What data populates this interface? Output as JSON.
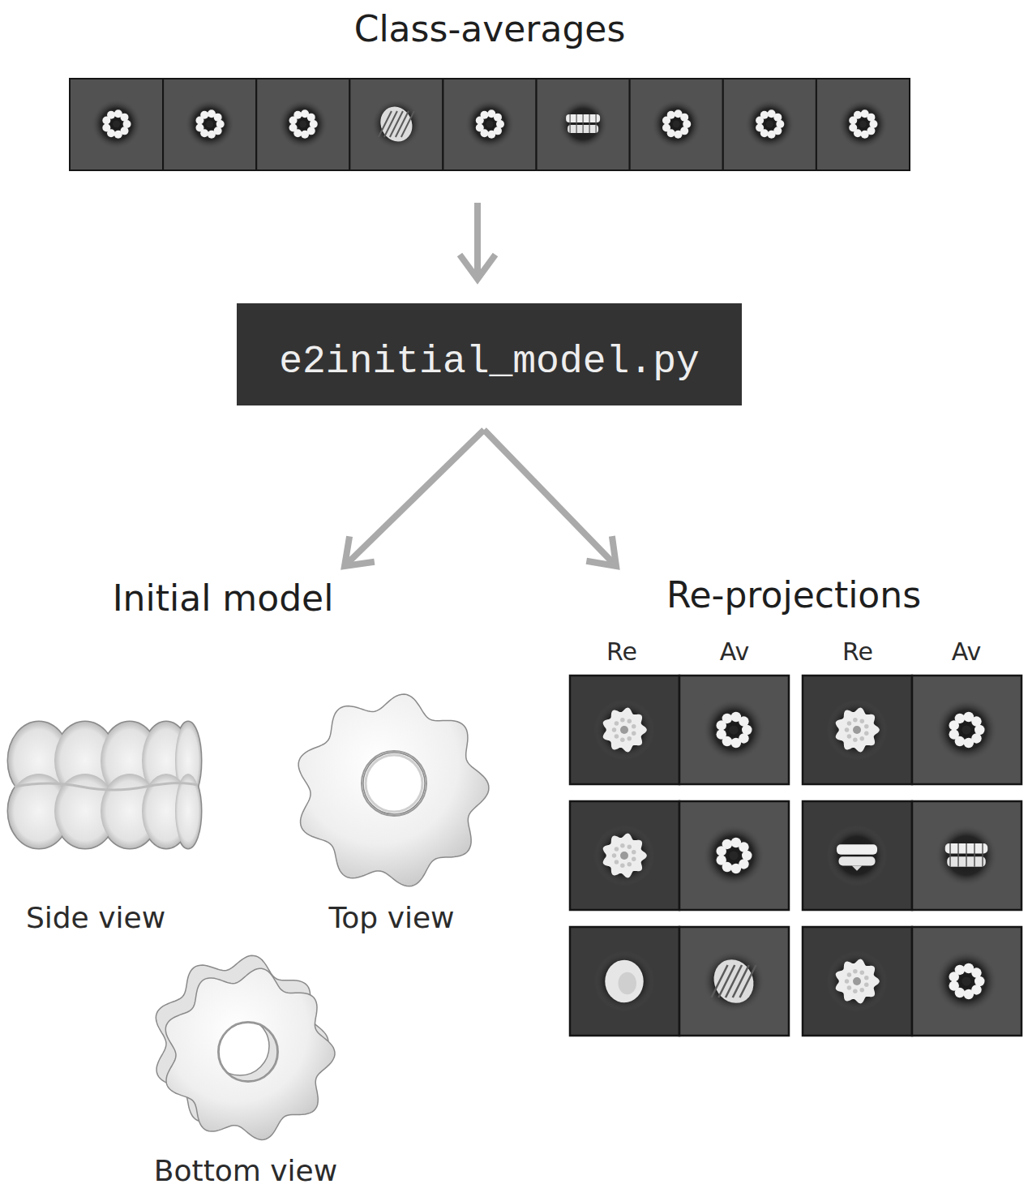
{
  "diagram": {
    "nodes": [
      {
        "text": [
          "Class-averages"
        ]
      },
      {
        "text": [
          "e2initial_model.py"
        ]
      },
      {
        "text": [
          "Initial model"
        ]
      },
      {
        "text": [
          "Re-projections"
        ]
      }
    ],
    "edges": [
      {
        "from": 0,
        "to": 1,
        "arrow": "to"
      },
      {
        "from": 1,
        "to": 2,
        "arrow": "to"
      },
      {
        "from": 1,
        "to": 3,
        "arrow": "to"
      }
    ],
    "labels": [
      "Side view",
      "Top view",
      "Bottom view",
      "Re",
      "Av",
      "Re",
      "Av"
    ]
  }
}
